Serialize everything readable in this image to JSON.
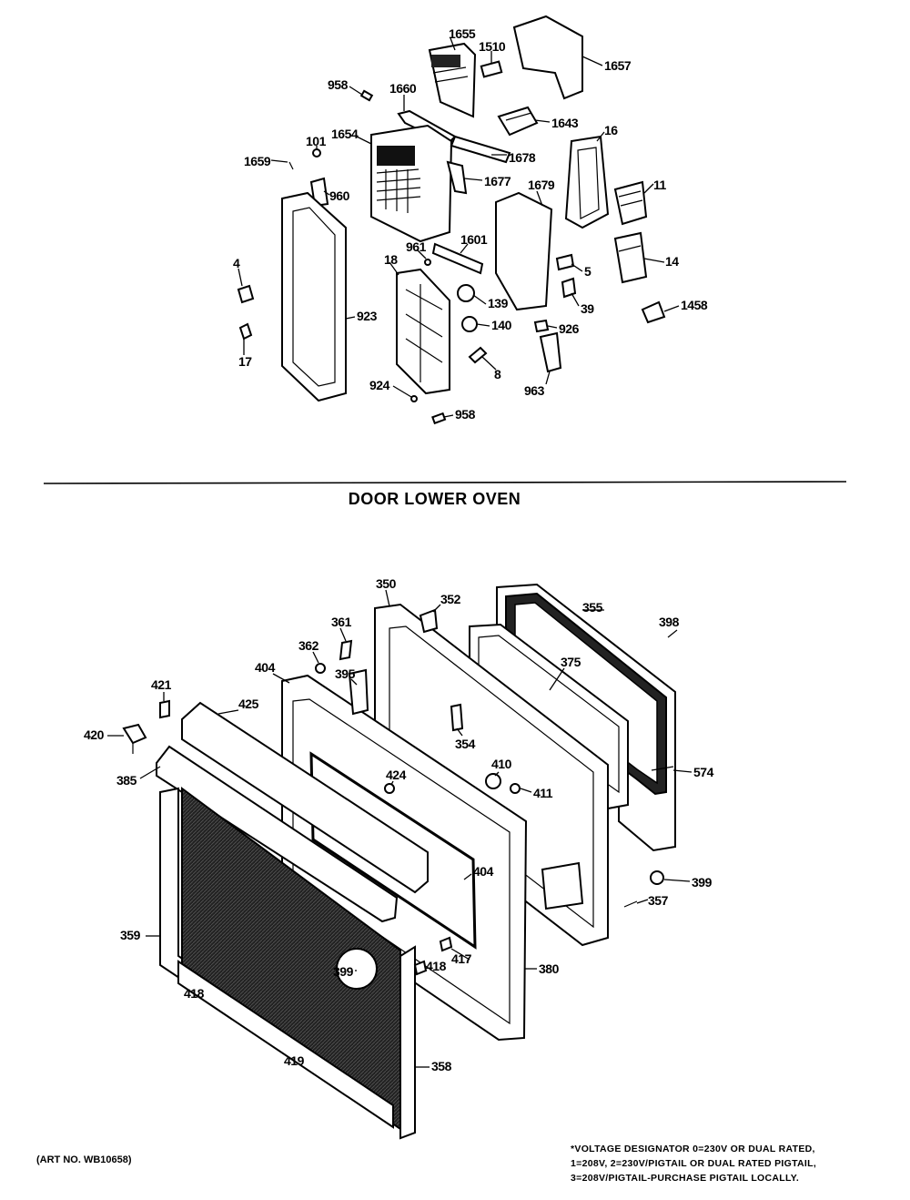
{
  "section_title": "DOOR LOWER OVEN",
  "art_number": "(ART NO. WB10658)",
  "voltage_note": [
    "*VOLTAGE DESIGNATOR 0=230V OR DUAL RATED,",
    "1=208V, 2=230V/PIGTAIL OR DUAL RATED PIGTAIL,",
    "3=208V/PIGTAIL-PURCHASE PIGTAIL LOCALLY."
  ],
  "upper_callouts": [
    "1655",
    "1510",
    "1657",
    "958",
    "1660",
    "1643",
    "16",
    "1654",
    "101",
    "1659",
    "1678",
    "1677",
    "1679",
    "11",
    "960",
    "961",
    "1601",
    "14",
    "5",
    "4",
    "18",
    "139",
    "39",
    "1458",
    "923",
    "140",
    "926",
    "17",
    "8",
    "924",
    "963",
    "958"
  ],
  "lower_callouts": [
    "350",
    "352",
    "355",
    "398",
    "361",
    "362",
    "375",
    "404",
    "395",
    "421",
    "425",
    "354",
    "420",
    "574",
    "385",
    "410",
    "411",
    "424",
    "404",
    "399",
    "357",
    "359",
    "417",
    "380",
    "399",
    "418",
    "418",
    "419",
    "358"
  ]
}
